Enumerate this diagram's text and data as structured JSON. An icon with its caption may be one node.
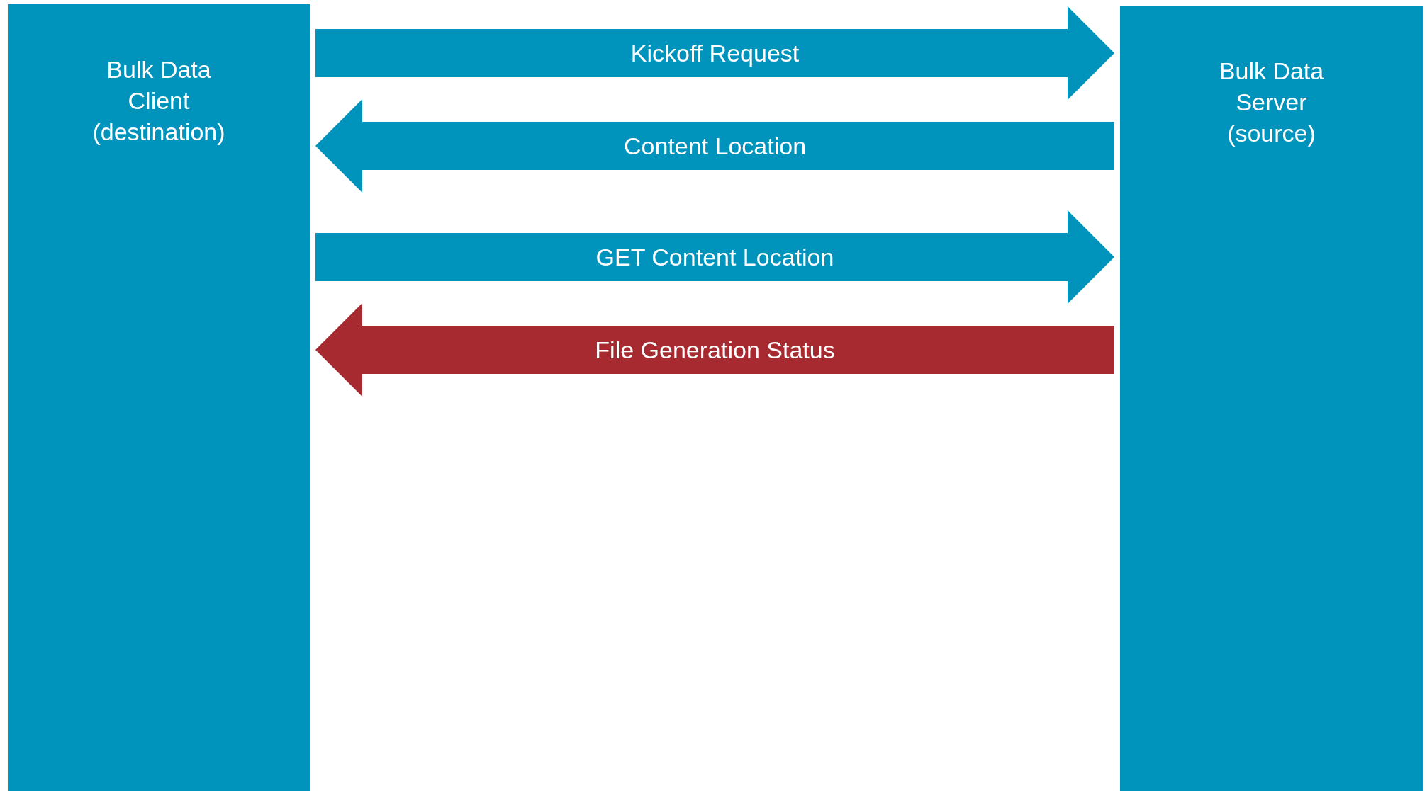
{
  "diagram": {
    "nodes": [
      {
        "text": [
          "Bulk Data Client (destination)"
        ]
      },
      {
        "text": [
          "Bulk Data Server (source)"
        ]
      }
    ],
    "edges": [
      {
        "from": 0,
        "to": 1,
        "arrow": "to",
        "label": "Kickoff Request"
      },
      {
        "from": 1,
        "to": 0,
        "arrow": "to",
        "label": "Content Location"
      },
      {
        "from": 0,
        "to": 1,
        "arrow": "to",
        "label": "GET Content Location"
      },
      {
        "from": 1,
        "to": 0,
        "arrow": "to",
        "label": "File Generation Status",
        "color": "#a82a31"
      }
    ]
  }
}
